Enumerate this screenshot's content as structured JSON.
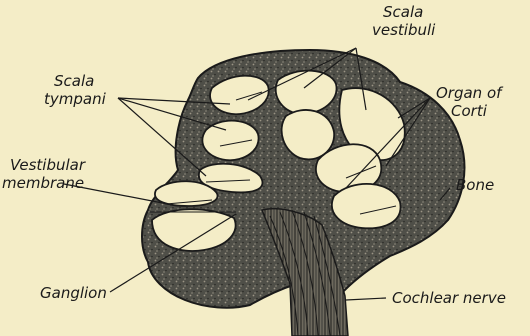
{
  "figure": {
    "background": "#f4edc7",
    "ink": "#1a1a1a",
    "tissue_color": "#4a4a44",
    "labels": {
      "scala_vestibuli_1": "Scala",
      "scala_vestibuli_2": "vestibuli",
      "scala_tympani_1": "Scala",
      "scala_tympani_2": "tympani",
      "organ_of_corti_1": "Organ of",
      "organ_of_corti_2": "Corti",
      "vestibular_membrane_1": "Vestibular",
      "vestibular_membrane_2": "membrane",
      "bone": "Bone",
      "ganglion": "Ganglion",
      "cochlear_nerve": "Cochlear nerve"
    }
  }
}
